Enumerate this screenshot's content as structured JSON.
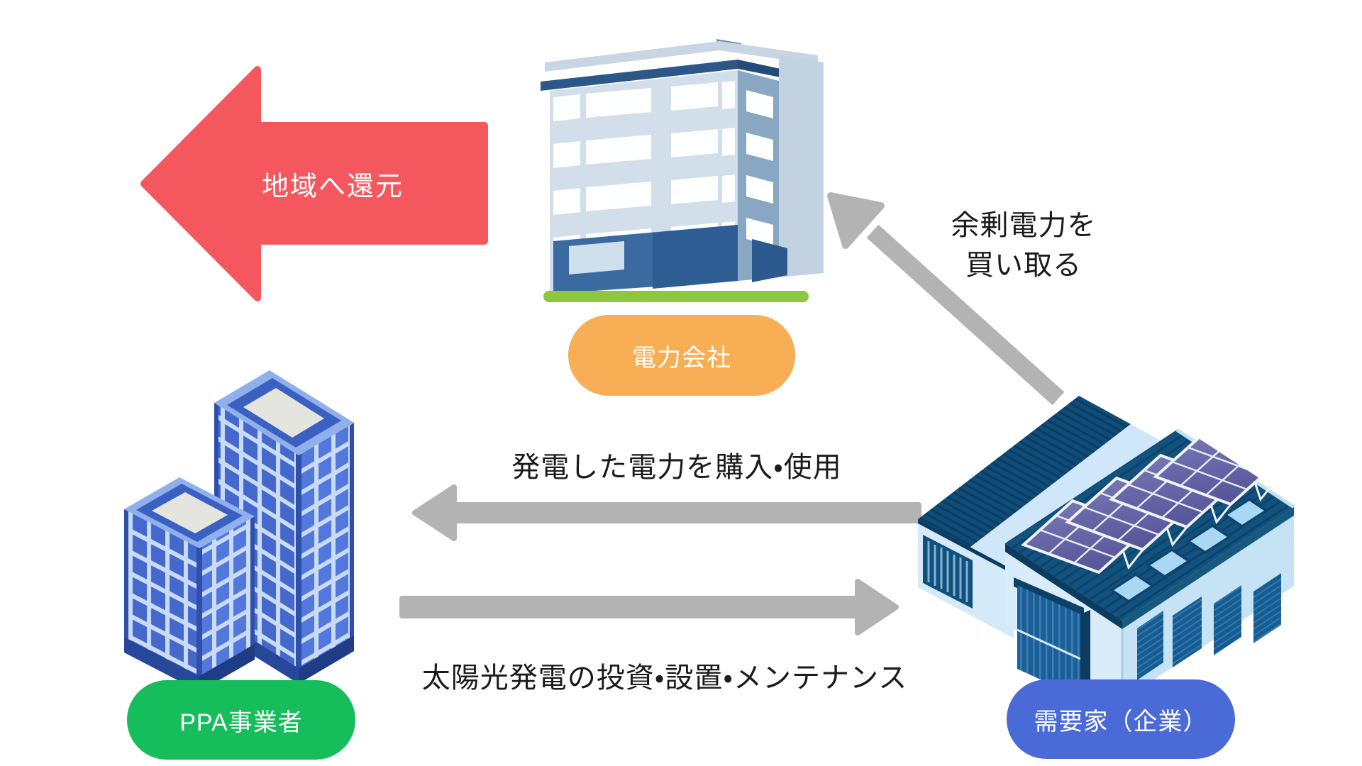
{
  "diagram": {
    "entities": {
      "power_company": {
        "label": "電力会社",
        "pill_color": "#F7AE55"
      },
      "ppa_operator": {
        "label": "PPA事業者",
        "pill_color": "#16BD5B"
      },
      "consumer": {
        "label": "需要家（企業）",
        "pill_color": "#4A6AD8"
      }
    },
    "flows": {
      "community_return": {
        "label": "地域へ還元",
        "color": "#F4575D"
      },
      "surplus_buyback": {
        "line1": "余剰電力を",
        "line2": "買い取る",
        "color": "#B3B3B3"
      },
      "purchase_use": {
        "label": "発電した電力を購入・使用",
        "color": "#B3B3B3"
      },
      "invest_install": {
        "label": "太陽光発電の投資・設置・メンテナンス",
        "color": "#B3B3B3"
      }
    }
  }
}
